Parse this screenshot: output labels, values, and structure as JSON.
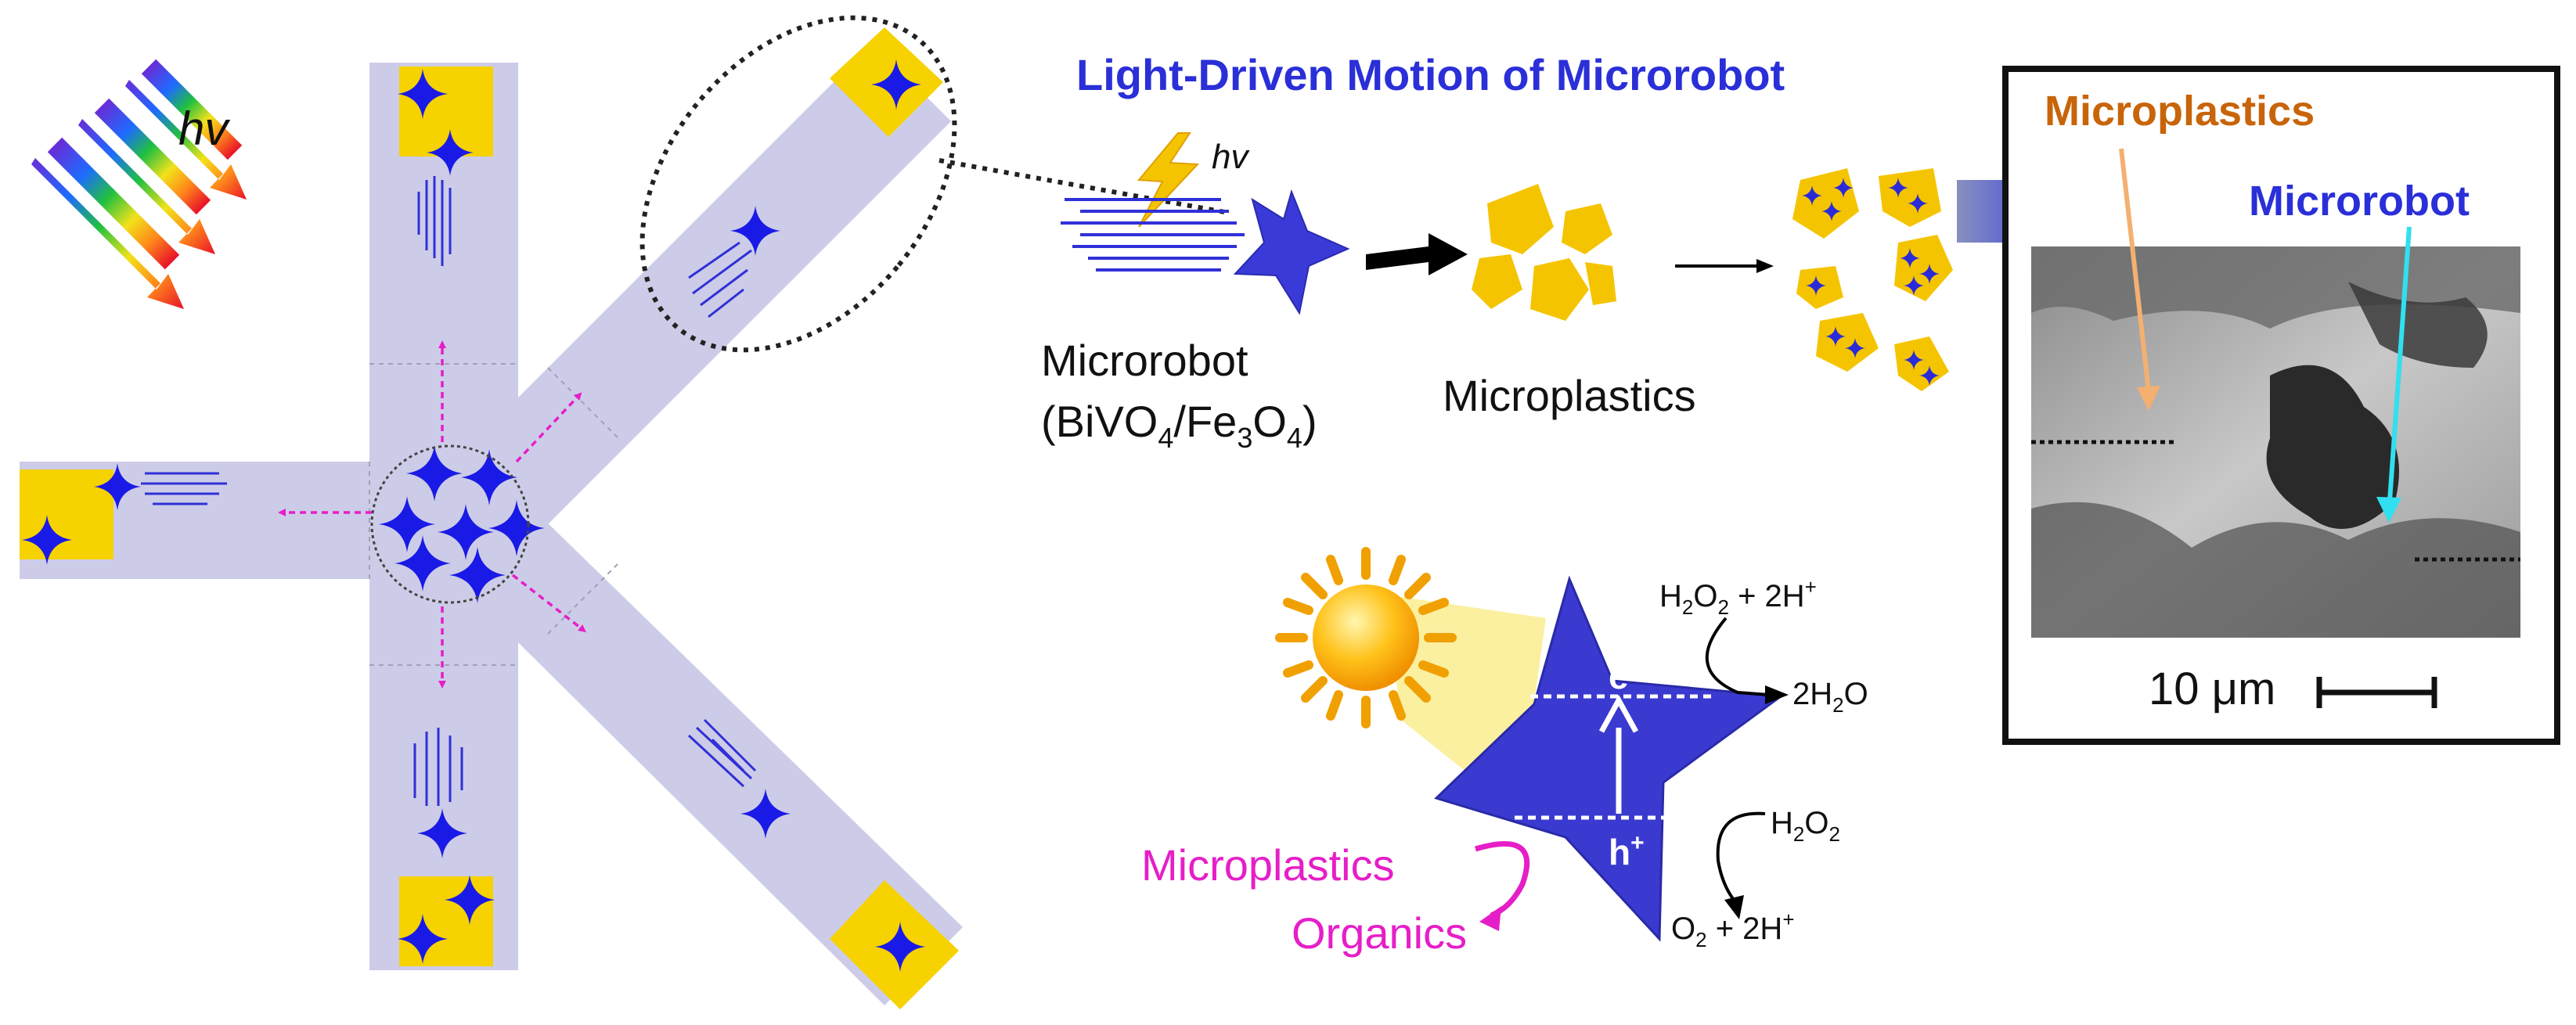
{
  "light_label": "hv",
  "title": "Light-Driven Motion of Microrobot",
  "microrobot_label": {
    "line1": "Microrobot",
    "line2_prefix": "(BiVO",
    "sub4a": "4",
    "slash_fe": "/Fe",
    "sub3": "3",
    "o": "O",
    "sub4b": "4",
    "close": ")"
  },
  "microplastics_label": "Microplastics",
  "micrograph": {
    "microplastics_label": "Microplastics",
    "microrobot_label": "Microrobot",
    "scale_label": "10 μm"
  },
  "reaction": {
    "h2o2_2h": {
      "a": "H",
      "s1": "2",
      "b": "O",
      "s2": "2",
      "c": " + 2H",
      "sup": "+"
    },
    "water": {
      "a": "2H",
      "s1": "2",
      "b": "O"
    },
    "h2o2": {
      "a": "H",
      "s1": "2",
      "b": "O",
      "s2": "2"
    },
    "o2_2h": {
      "a": "O",
      "s1": "2",
      "b": " + 2H",
      "sup": "+"
    },
    "electron": {
      "a": "e",
      "sup": "−"
    },
    "hole": {
      "a": "h",
      "sup": "+"
    }
  },
  "pollutants": {
    "line1": "Microplastics",
    "line2": "Organics"
  },
  "colors": {
    "title_blue": "#2a2fd8",
    "channel": "#cdcce8",
    "yellow": "#f5d200",
    "star_blue": "#1a1ae6",
    "magenta": "#e61ec8",
    "orange": "#c8640a",
    "cyan": "#30e0f0"
  }
}
